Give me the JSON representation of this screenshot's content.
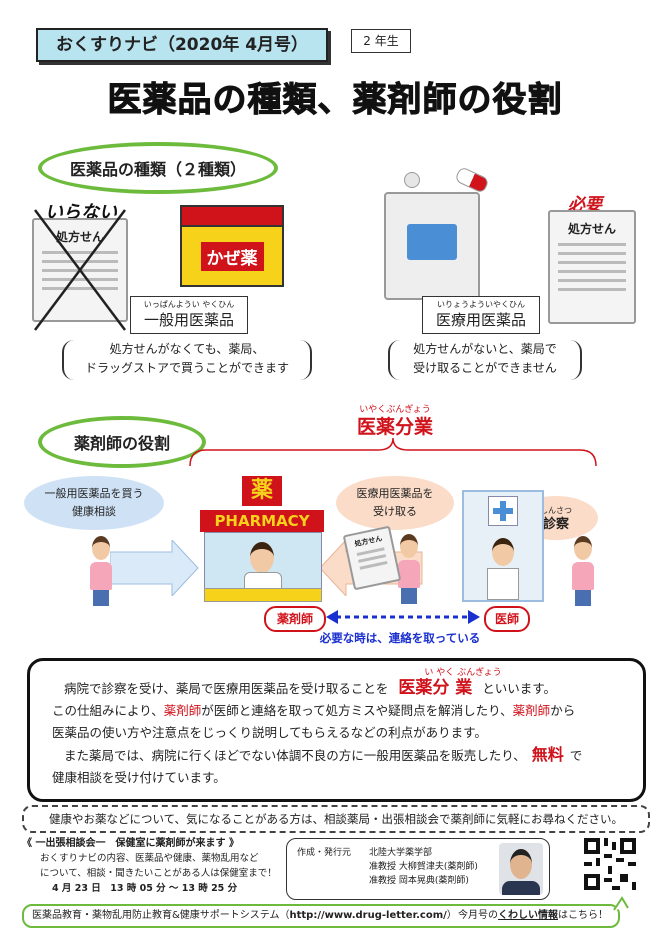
{
  "header": {
    "series_title": "おくすりナビ（2020年 4月号）",
    "grade": "2 年生"
  },
  "main_title": "医薬品の種類、薬剤師の役割",
  "section1": {
    "title": "医薬品の種類（２種類）",
    "not_needed": "いらない",
    "needed": "必要",
    "prescription_label": "処方せん",
    "cold_medicine": "かぜ薬",
    "otc": {
      "ruby": "いっぱんようい やくひん",
      "label": "一般用医薬品",
      "desc_line1": "処方せんがなくても、薬局、",
      "desc_line2": "ドラッグストアで買うことができます"
    },
    "rx": {
      "ruby": "いりょうよういやくひん",
      "label": "医療用医薬品",
      "desc_line1": "処方せんがないと、薬局で",
      "desc_line2": "受け取ることができません"
    }
  },
  "section2": {
    "title": "薬剤師の役割",
    "bunri_ruby": "いやくぶんぎょう",
    "bunri": "医薬分業",
    "bubble_otc_line1": "一般用医薬品を買う",
    "bubble_otc_line2": "健康相談",
    "bubble_rx_line1": "医療用医薬品を",
    "bubble_rx_line2": "受け取る",
    "shinsatsu_ruby": "しんさつ",
    "shinsatsu": "診察",
    "kusuri_sign": "薬",
    "pharmacy_sign": "PHARMACY",
    "pharmacist_tag": "薬剤師",
    "doctor_tag": "医師",
    "contact_note": "必要な時は、連絡を取っている"
  },
  "info": {
    "line1_pre": "病院で診察を受け、薬局で医療用医薬品を受け取ることを",
    "line1_ruby": "い やく ぶんぎょう",
    "line1_term": "医薬分 業",
    "line1_post": "といいます。",
    "line2_pre": "この仕組みにより、",
    "line2_red1": "薬剤師",
    "line2_mid": "が医師と連絡を取って処方ミスや疑問点を解消したり、",
    "line2_red2": "薬剤師",
    "line2_post": "から",
    "line3": "医薬品の使い方や注意点をじっくり説明してもらえるなどの利点があります。",
    "line4_pre": "また薬局では、病院に行くほどでない体調不良の方に一般用医薬品を販売したり、",
    "line4_red": "無料",
    "line4_post": "で",
    "line5": "健康相談を受け付けています。"
  },
  "notice": "健康やお薬などについて、気になることがある方は、相談薬局・出張相談会で薬剤師に気軽にお尋ねください。",
  "consult": {
    "title": "《 一出張相談会一　保健室に薬剤師が来ます 》",
    "line1": "おくすりナビの内容、医薬品や健康、薬物乱用など",
    "line2": "について、相談・聞きたいことがある人は保健室まで！",
    "time": "4 月 23 日　13 時 05 分 ～ 13 時 25 分"
  },
  "publisher": {
    "label": "作成・発行元",
    "org": "北陸大学薬学部",
    "person1": "准教授  大柳賀津夫(薬剤師)",
    "person2": "准教授  岡本晃典(薬剤師)"
  },
  "footer": {
    "left": "医薬品教育・薬物乱用防止教育&健康サポートシステム（",
    "url": "http://www.drug-letter.com/",
    "left_close": "）",
    "right_pre": "今月号の",
    "right_link": "くわしい情報",
    "right_post": "はこちら！"
  },
  "colors": {
    "accent_green": "#6cbb3c",
    "accent_red": "#d0121b",
    "header_blue": "#b8e4f0",
    "arrow_blue": "#dbeaf8",
    "arrow_orange": "#fbdcc8"
  }
}
